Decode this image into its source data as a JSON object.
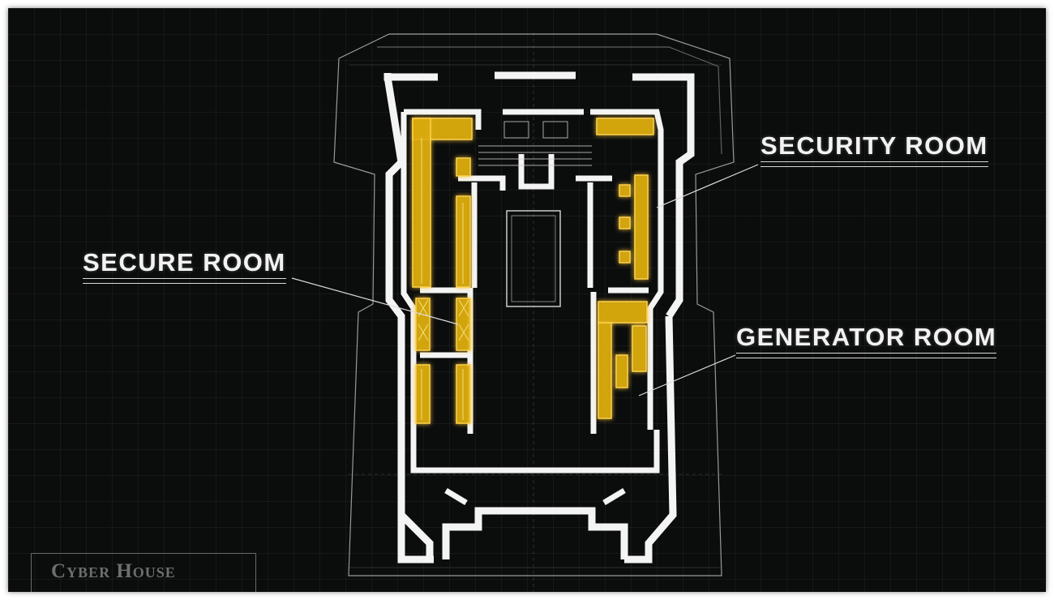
{
  "labels": {
    "security_room": "SECURITY ROOM",
    "secure_room": "SECURE ROOM",
    "generator_room": "GENERATOR ROOM"
  },
  "map_title": "Cyber House",
  "colors": {
    "background": "#0b0c0c",
    "walls": "#f4f4f4",
    "highlight": "#f0c020",
    "grid": "#465050"
  }
}
